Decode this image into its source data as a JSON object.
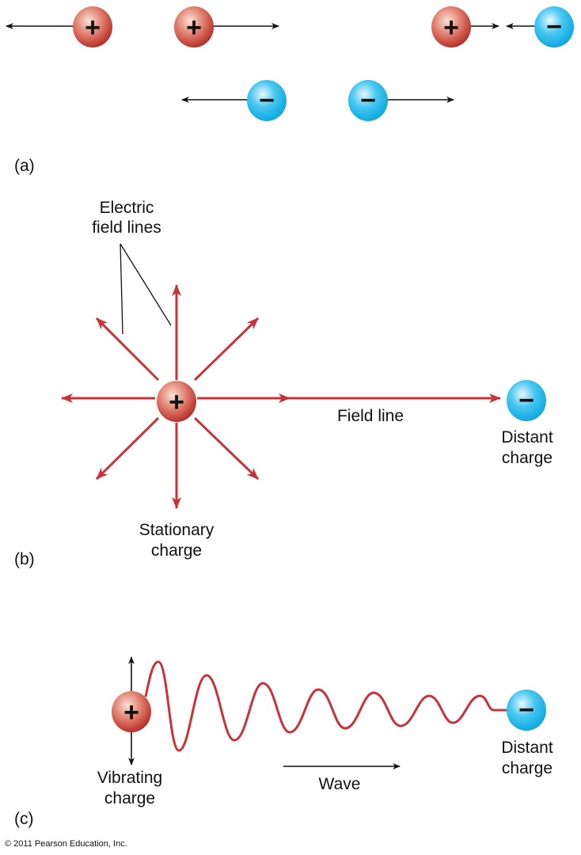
{
  "panels": {
    "a": {
      "label": "(a)"
    },
    "b": {
      "label": "(b)",
      "electric_field_lines_1": "Electric",
      "electric_field_lines_2": "field lines",
      "field_line": "Field line",
      "distant_1": "Distant",
      "distant_2": "charge",
      "stationary_1": "Stationary",
      "stationary_2": "charge"
    },
    "c": {
      "label": "(c)",
      "vibrating_1": "Vibrating",
      "vibrating_2": "charge",
      "wave": "Wave",
      "distant_1": "Distant",
      "distant_2": "charge"
    }
  },
  "signs": {
    "positive": "+",
    "negative": "−"
  },
  "copyright": "© 2011 Pearson Education, Inc.",
  "colors": {
    "positive": "#c8403a",
    "negative": "#1ab4e8",
    "field": "#c8323a",
    "arrow": "#111111"
  }
}
